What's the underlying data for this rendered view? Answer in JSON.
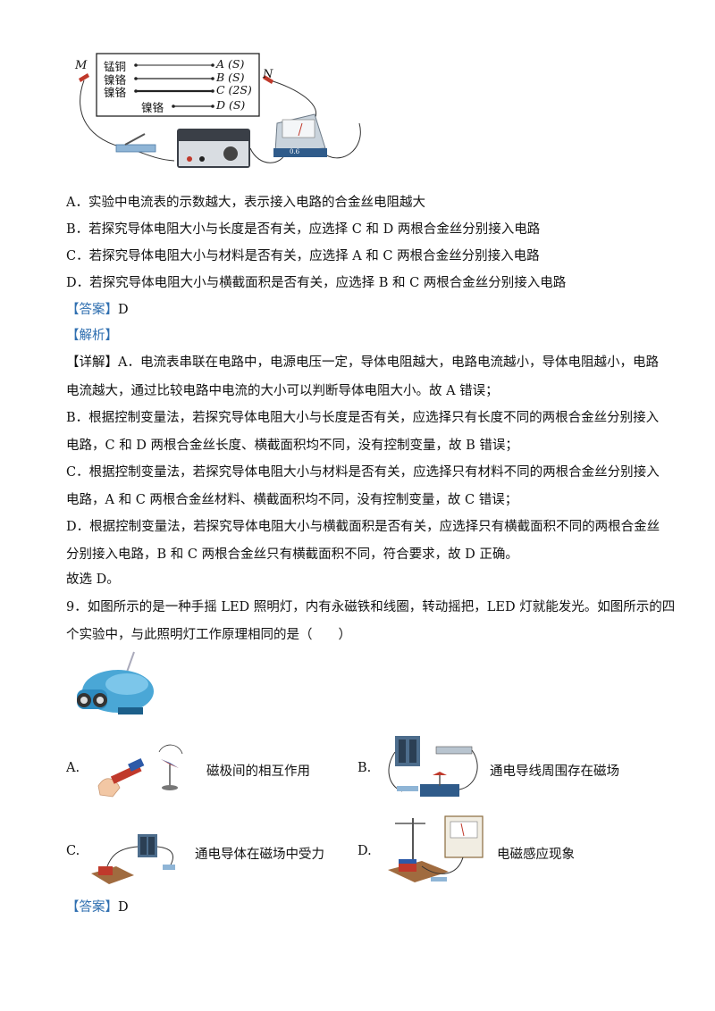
{
  "circuit_figure": {
    "left_terminal": "M",
    "right_terminal": "N",
    "wires": [
      {
        "material": "锰铜",
        "label": "A (S)"
      },
      {
        "material": "镍铬",
        "label": "B (S)"
      },
      {
        "material": "镍铬",
        "label": "C (2S)"
      },
      {
        "material": "镍铬",
        "label": "D (S)"
      }
    ],
    "ammeter_scale": "0.6"
  },
  "q8_options": [
    "A．实验中电流表的示数越大，表示接入电路的合金丝电阻越大",
    "B．若探究导体电阻大小与长度是否有关，应选择 C 和 D 两根合金丝分别接入电路",
    "C．若探究导体电阻大小与材料是否有关，应选择 A 和 C 两根合金丝分别接入电路",
    "D．若探究导体电阻大小与横截面积是否有关，应选择 B 和 C 两根合金丝分别接入电路"
  ],
  "q8_answer_tag": "【答案】",
  "q8_answer": "D",
  "q8_analysis_tag": "【解析】",
  "q8_detail_lines": [
    "【详解】A．电流表串联在电路中，电源电压一定，导体电阻越大，电路电流越小，导体电阻越小，电路",
    "电流越大，通过比较电路中电流的大小可以判断导体电阻大小。故 A 错误；",
    "B．根据控制变量法，若探究导体电阻大小与长度是否有关，应选择只有长度不同的两根合金丝分别接入",
    "电路，C 和 D 两根合金丝长度、横截面积均不同，没有控制变量，故 B 错误；",
    "C．根据控制变量法，若探究导体电阻大小与材料是否有关，应选择只有材料不同的两根合金丝分别接入",
    "电路，A 和 C 两根合金丝材料、横截面积均不同，没有控制变量，故 C 错误；",
    "D．根据控制变量法，若探究导体电阻大小与横截面积是否有关，应选择只有横截面积不同的两根合金丝",
    "分别接入电路，B 和 C 两根合金丝只有横截面积不同，符合要求，故 D 正确。",
    "故选 D。"
  ],
  "q9_lines": [
    "9．如图所示的是一种手摇 LED 照明灯，内有永磁铁和线圈，转动摇把，LED 灯就能发光。如图所示的四",
    "个实验中，与此照明灯工作原理相同的是（　　）"
  ],
  "q9_options": [
    {
      "letter": "A.",
      "caption": "磁极间的相互作用"
    },
    {
      "letter": "B.",
      "caption": "通电导线周围存在磁场"
    },
    {
      "letter": "C.",
      "caption": "通电导体在磁场中受力"
    },
    {
      "letter": "D.",
      "caption": "电磁感应现象"
    }
  ],
  "q9_answer_tag": "【答案】",
  "q9_answer": "D"
}
